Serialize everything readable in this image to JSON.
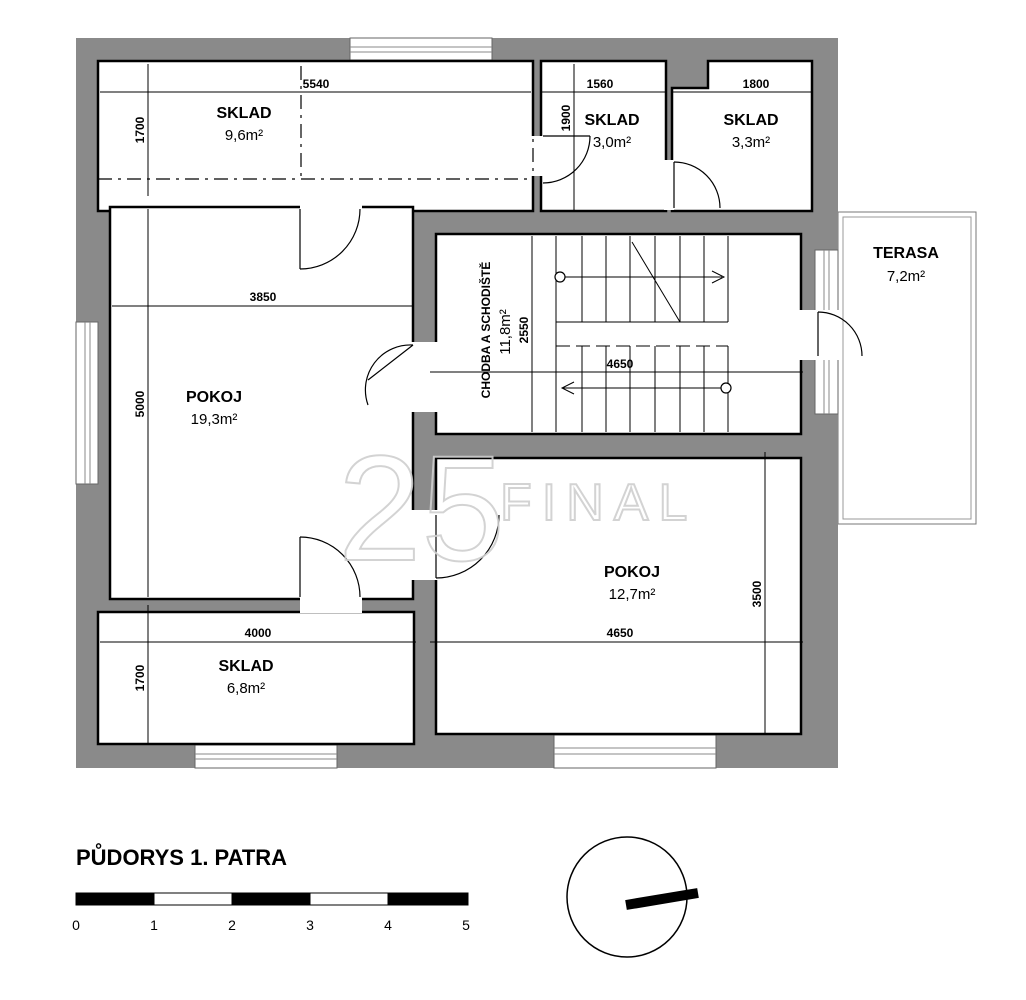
{
  "rooms": {
    "sklad_top_left": {
      "name": "SKLAD",
      "area": "9,6m²",
      "dim_w": "5540",
      "dim_h": "1700"
    },
    "sklad_top_mid": {
      "name": "SKLAD",
      "area": "3,0m²",
      "dim_w": "1560",
      "dim_h": "1900"
    },
    "sklad_top_right": {
      "name": "SKLAD",
      "area": "3,3m²",
      "dim_w": "1800"
    },
    "terasa": {
      "name": "TERASA",
      "area": "7,2m²"
    },
    "pokoj_left": {
      "name": "POKOJ",
      "area": "19,3m²",
      "dim_w": "3850",
      "dim_h": "5000"
    },
    "chodba": {
      "name": "CHODBA A SCHODIŠTĚ",
      "area": "11,8m²",
      "dim_w": "4650",
      "dim_h": "2550"
    },
    "pokoj_right": {
      "name": "POKOJ",
      "area": "12,7m²",
      "dim_w": "4650",
      "dim_h": "3500"
    },
    "sklad_bottom": {
      "name": "SKLAD",
      "area": "6,8m²",
      "dim_w": "4000",
      "dim_h": "1700"
    }
  },
  "watermark": {
    "number": "25",
    "word": "FINAL"
  },
  "legend": {
    "title": "PŮDORYS 1. PATRA",
    "scale_ticks": [
      "0",
      "1",
      "2",
      "3",
      "4",
      "5"
    ]
  },
  "colors": {
    "wall": "#8a8a8a",
    "line": "#000000"
  }
}
